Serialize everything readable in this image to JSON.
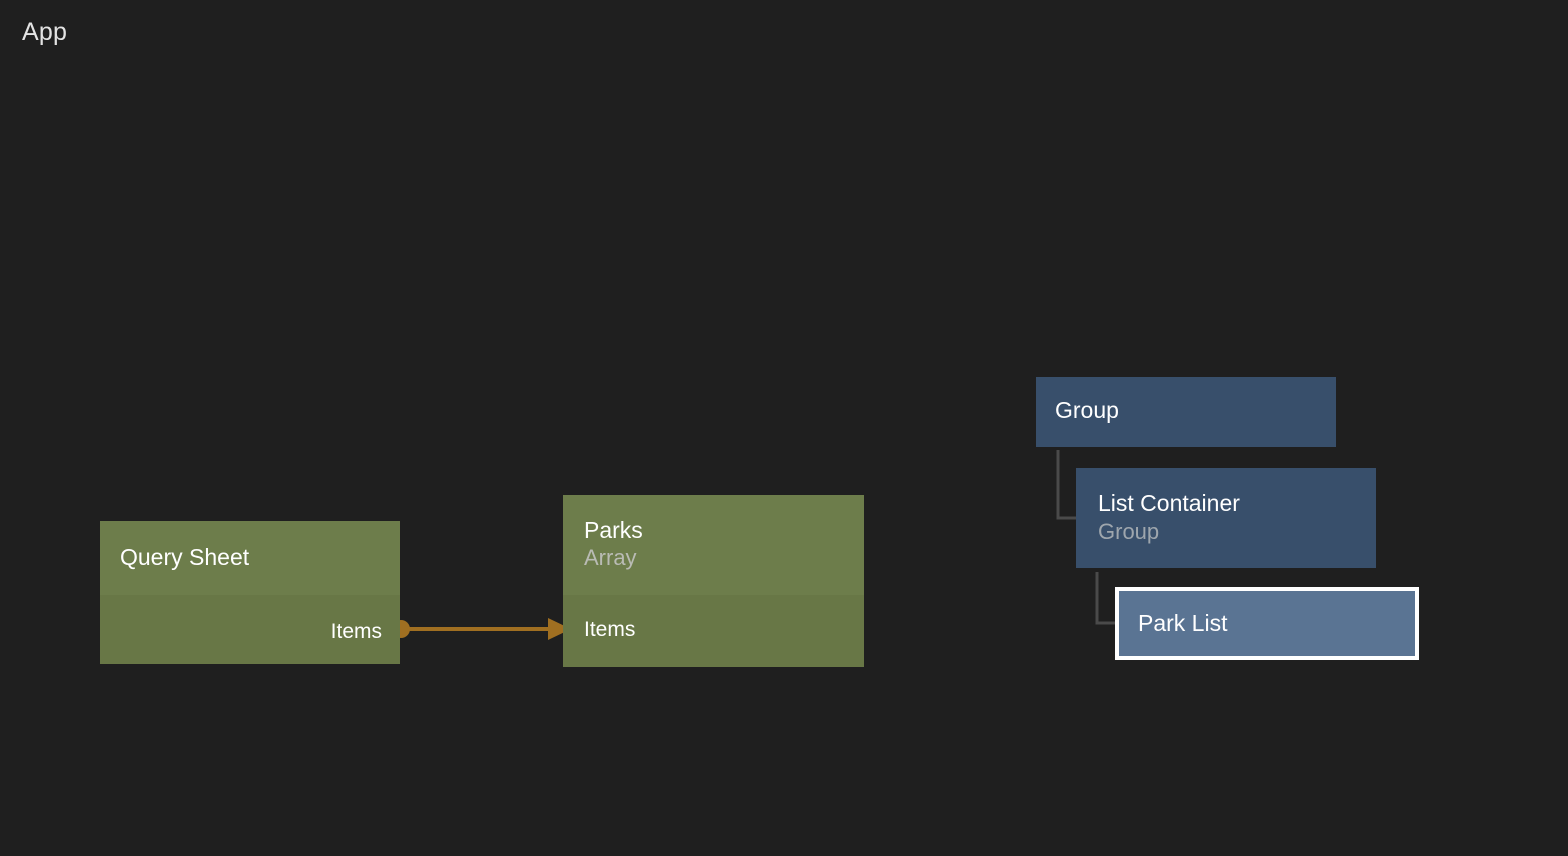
{
  "canvas": {
    "title": "App",
    "background_color": "#1f1f1f"
  },
  "colors": {
    "node_green_header": "#6d7d4b",
    "node_green_body": "#687746",
    "node_blue": "#384f6b",
    "node_blue_selected": "#5a7493",
    "selection_border": "#ffffff",
    "edge": "#a06f21",
    "tree_line": "#4a4a4a",
    "text_primary": "#ffffff",
    "text_muted": "#b9bbb4"
  },
  "graph_nodes": [
    {
      "id": "query-sheet",
      "title": "Query Sheet",
      "subtitle": "",
      "ports": [
        {
          "label": "Items",
          "side": "right"
        }
      ]
    },
    {
      "id": "parks",
      "title": "Parks",
      "subtitle": "Array",
      "ports": [
        {
          "label": "Items",
          "side": "left"
        }
      ]
    }
  ],
  "edges": [
    {
      "from_node": "query-sheet",
      "from_port": "Items",
      "to_node": "parks",
      "to_port": "Items"
    }
  ],
  "tree_nodes": [
    {
      "id": "group",
      "title": "Group",
      "subtitle": "",
      "depth": 0,
      "selected": false
    },
    {
      "id": "list-container",
      "title": "List Container",
      "subtitle": "Group",
      "depth": 1,
      "selected": false
    },
    {
      "id": "park-list",
      "title": "Park List",
      "subtitle": "",
      "depth": 2,
      "selected": true
    }
  ]
}
